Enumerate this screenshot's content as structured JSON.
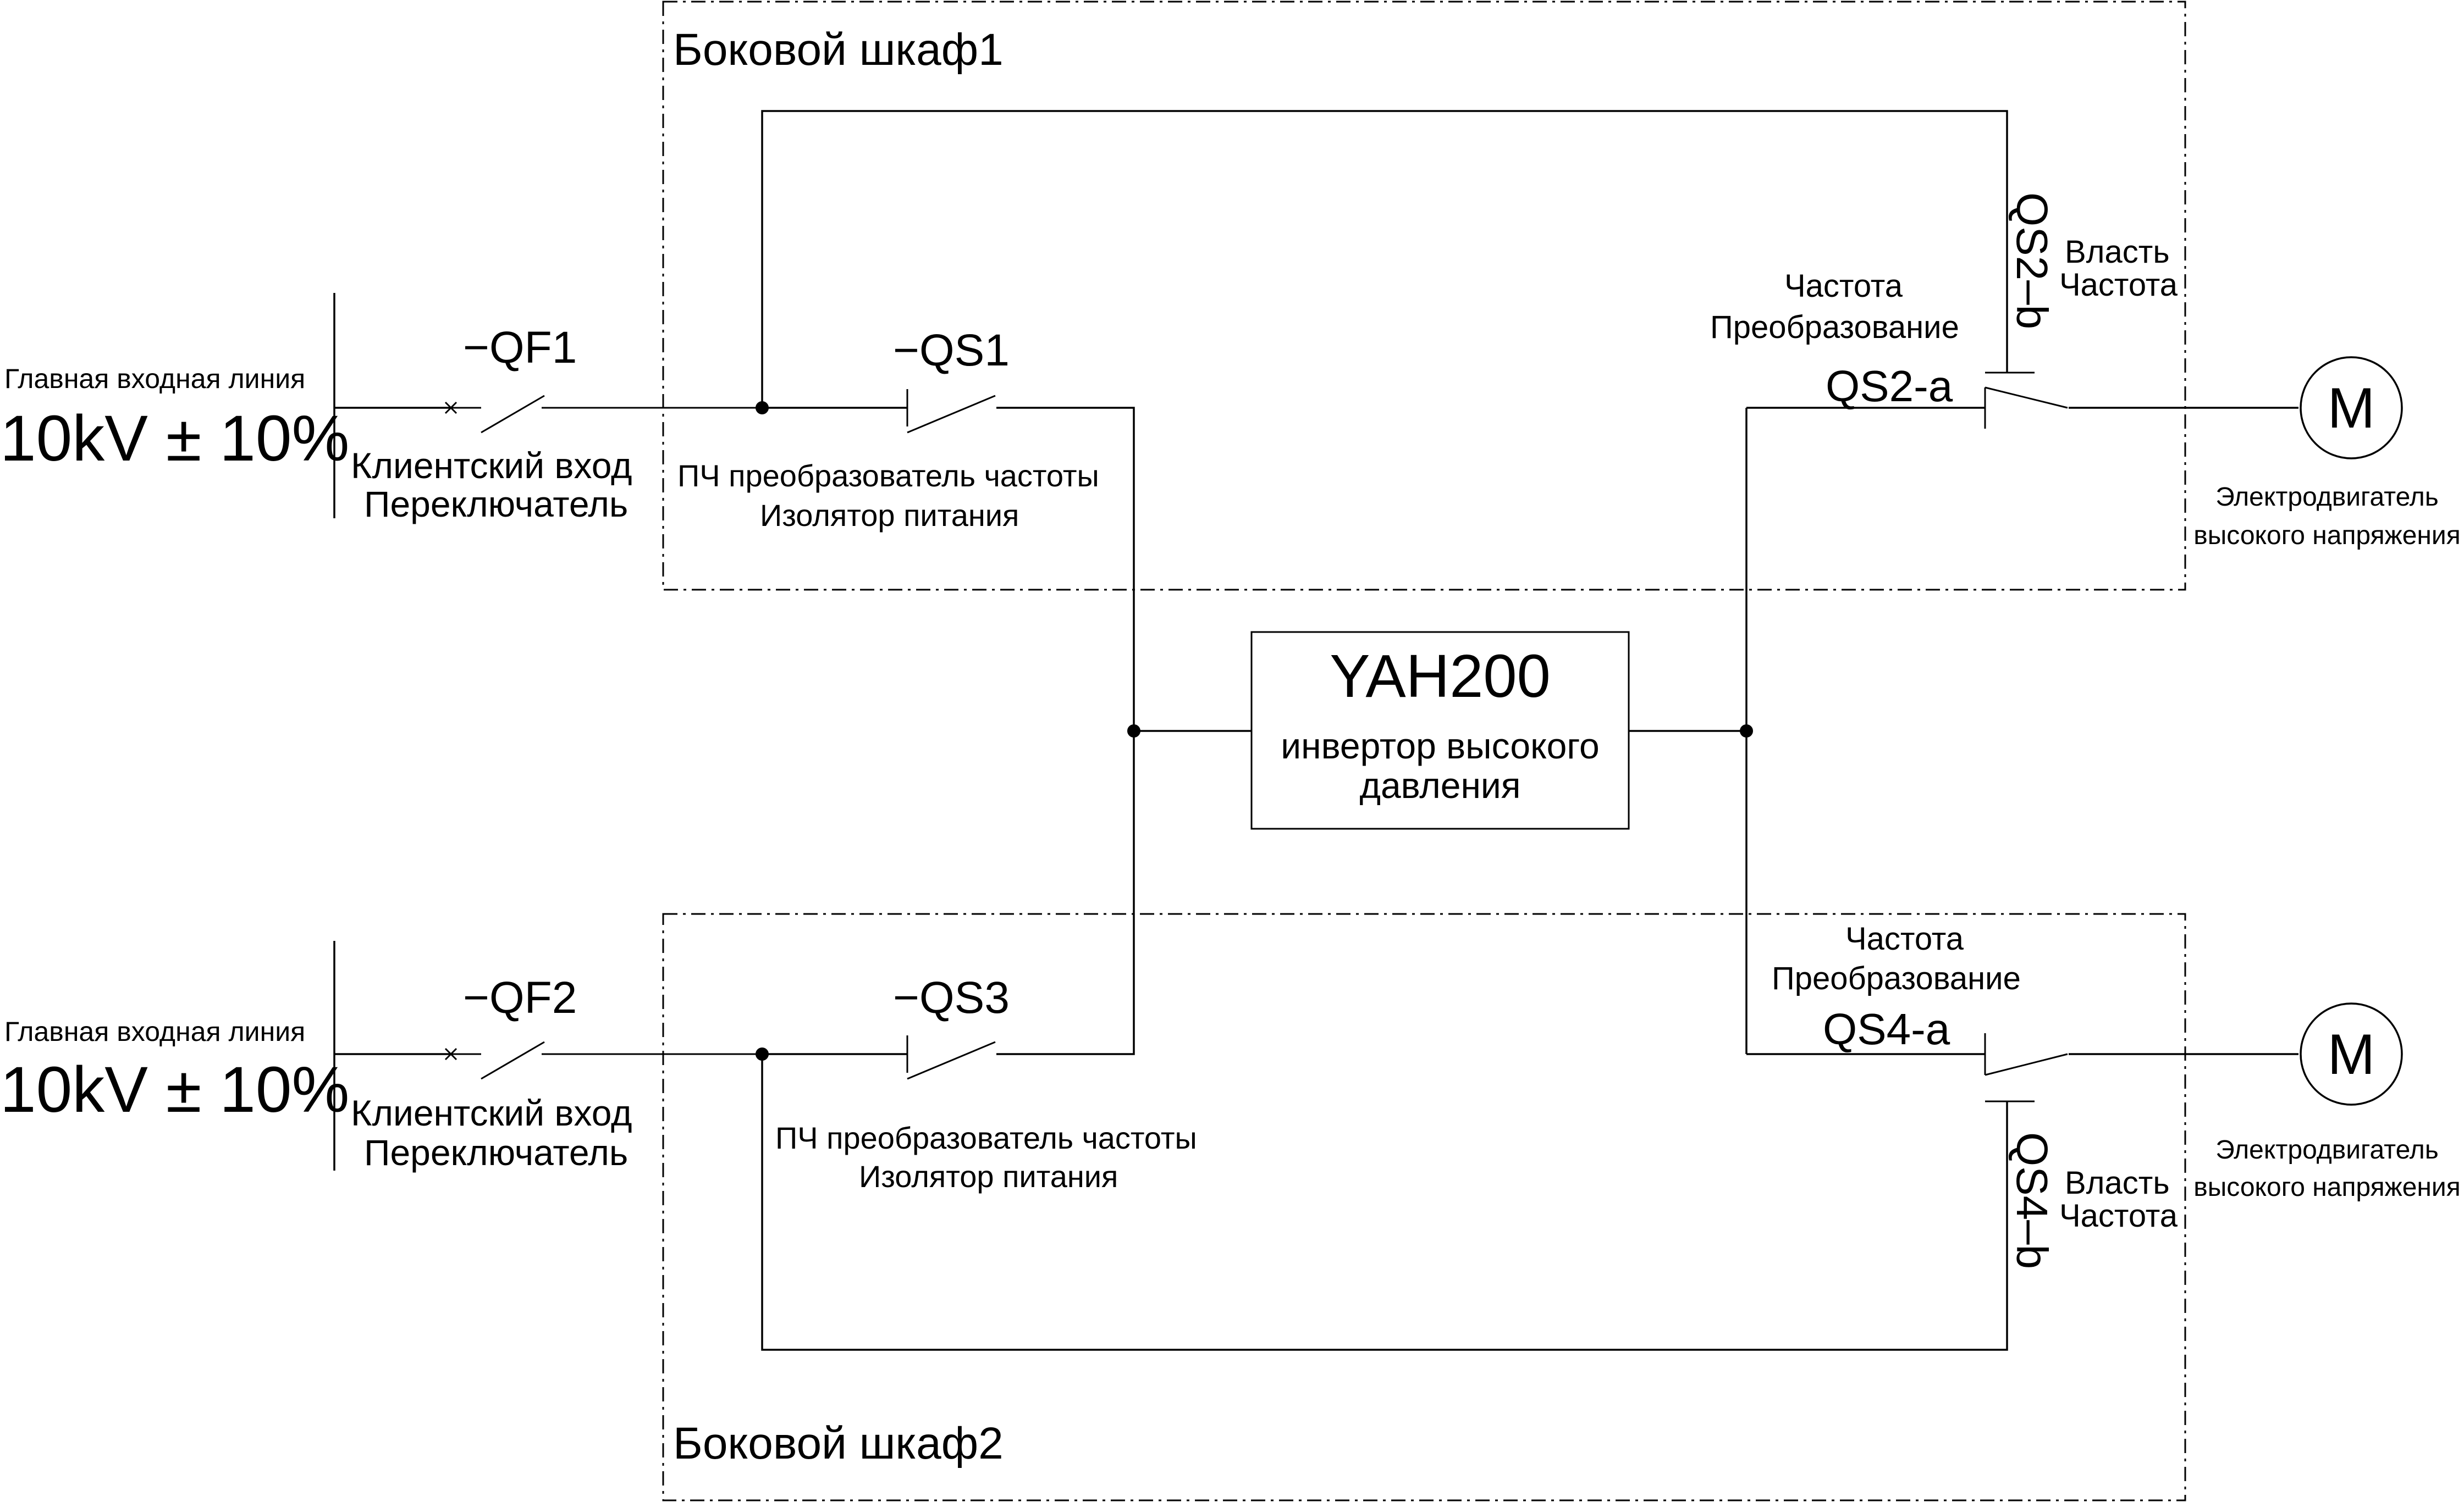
{
  "cabinets": {
    "top": {
      "label": "Боковой шкаф1"
    },
    "bottom": {
      "label": "Боковой шкаф2"
    }
  },
  "inputs": [
    {
      "line_label": "Главная входная линия",
      "voltage": "10kV ± 10%",
      "breaker_id": "−QF1",
      "breaker_label_1": "Клиентский вход",
      "breaker_label_2": "Переключатель"
    },
    {
      "line_label": "Главная входная линия",
      "voltage": "10kV ± 10%",
      "breaker_id": "−QF2",
      "breaker_label_1": "Клиентский вход",
      "breaker_label_2": "Переключатель"
    }
  ],
  "isolators": [
    {
      "id": "−QS1",
      "label_1": "ПЧ преобразователь частоты",
      "label_2": "Изолятор питания"
    },
    {
      "id": "−QS3",
      "label_1": "ПЧ преобразователь частоты",
      "label_2": "Изолятор питания"
    }
  ],
  "inverter": {
    "model": "YAH200",
    "label_1": "инвертор высокого",
    "label_2": "давления"
  },
  "output_switches": [
    {
      "a_id": "QS2-a",
      "a_label_1": "Частота",
      "a_label_2": "Преобразование",
      "b_id": "QS2–b",
      "b_label_1": "Власть",
      "b_label_2": "Частота"
    },
    {
      "a_id": "QS4-a",
      "a_label_1": "Частота",
      "a_label_2": "Преобразование",
      "b_id": "QS4–b",
      "b_label_1": "Власть",
      "b_label_2": "Частота"
    }
  ],
  "motors": [
    {
      "symbol": "M",
      "label_1": "Электродвигатель",
      "label_2": "высокого напряжения"
    },
    {
      "symbol": "M",
      "label_1": "Электродвигатель",
      "label_2": "высокого напряжения"
    }
  ]
}
